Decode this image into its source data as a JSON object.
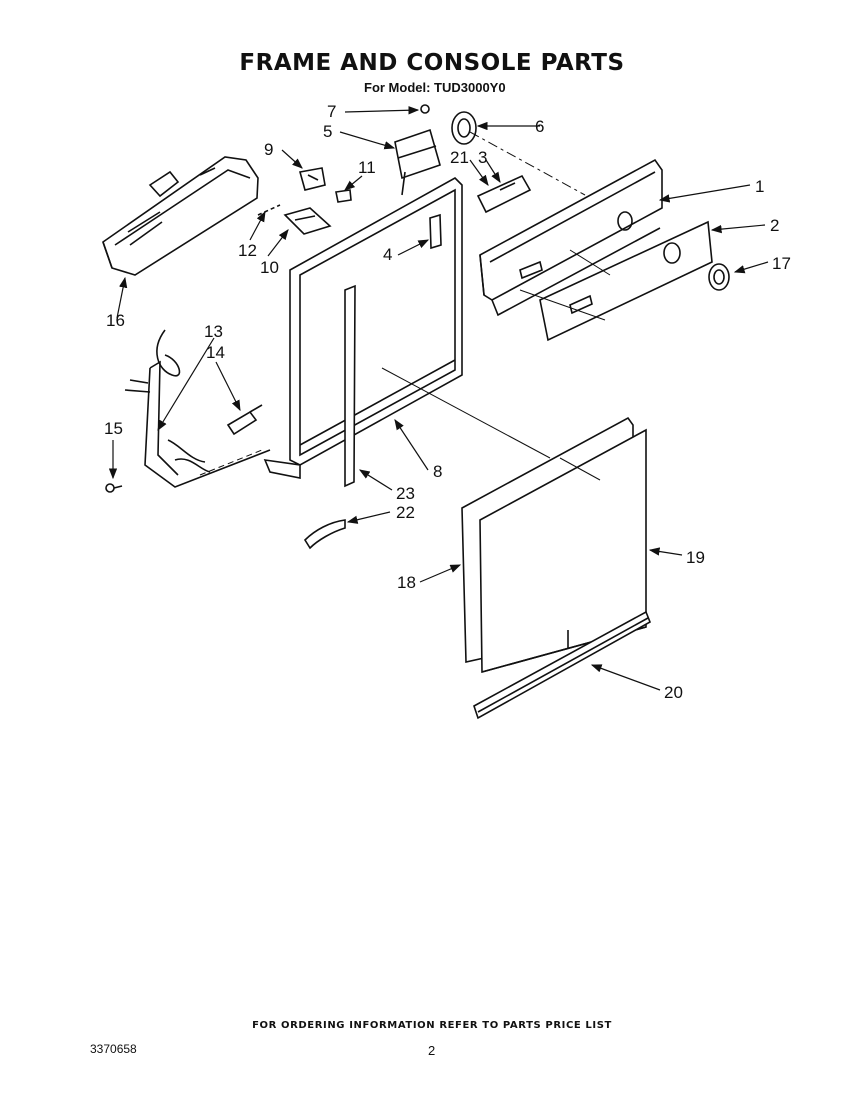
{
  "header": {
    "title": "FRAME AND CONSOLE PARTS",
    "model_line": "For Model: TUD3000Y0"
  },
  "callouts": [
    {
      "id": "c1",
      "label": "1"
    },
    {
      "id": "c2",
      "label": "2"
    },
    {
      "id": "c3",
      "label": "3"
    },
    {
      "id": "c4",
      "label": "4"
    },
    {
      "id": "c5",
      "label": "5"
    },
    {
      "id": "c6",
      "label": "6"
    },
    {
      "id": "c7",
      "label": "7"
    },
    {
      "id": "c8",
      "label": "8"
    },
    {
      "id": "c9",
      "label": "9"
    },
    {
      "id": "c10",
      "label": "10"
    },
    {
      "id": "c11",
      "label": "11"
    },
    {
      "id": "c12",
      "label": "12"
    },
    {
      "id": "c13",
      "label": "13"
    },
    {
      "id": "c14",
      "label": "14"
    },
    {
      "id": "c15",
      "label": "15"
    },
    {
      "id": "c16",
      "label": "16"
    },
    {
      "id": "c17",
      "label": "17"
    },
    {
      "id": "c18",
      "label": "18"
    },
    {
      "id": "c19",
      "label": "19"
    },
    {
      "id": "c20",
      "label": "20"
    },
    {
      "id": "c21",
      "label": "21"
    },
    {
      "id": "c22",
      "label": "22"
    },
    {
      "id": "c23",
      "label": "23"
    }
  ],
  "footer": {
    "ordering_note": "FOR ORDERING INFORMATION REFER TO PARTS PRICE LIST",
    "document_number": "3370658",
    "page_number": "2"
  }
}
